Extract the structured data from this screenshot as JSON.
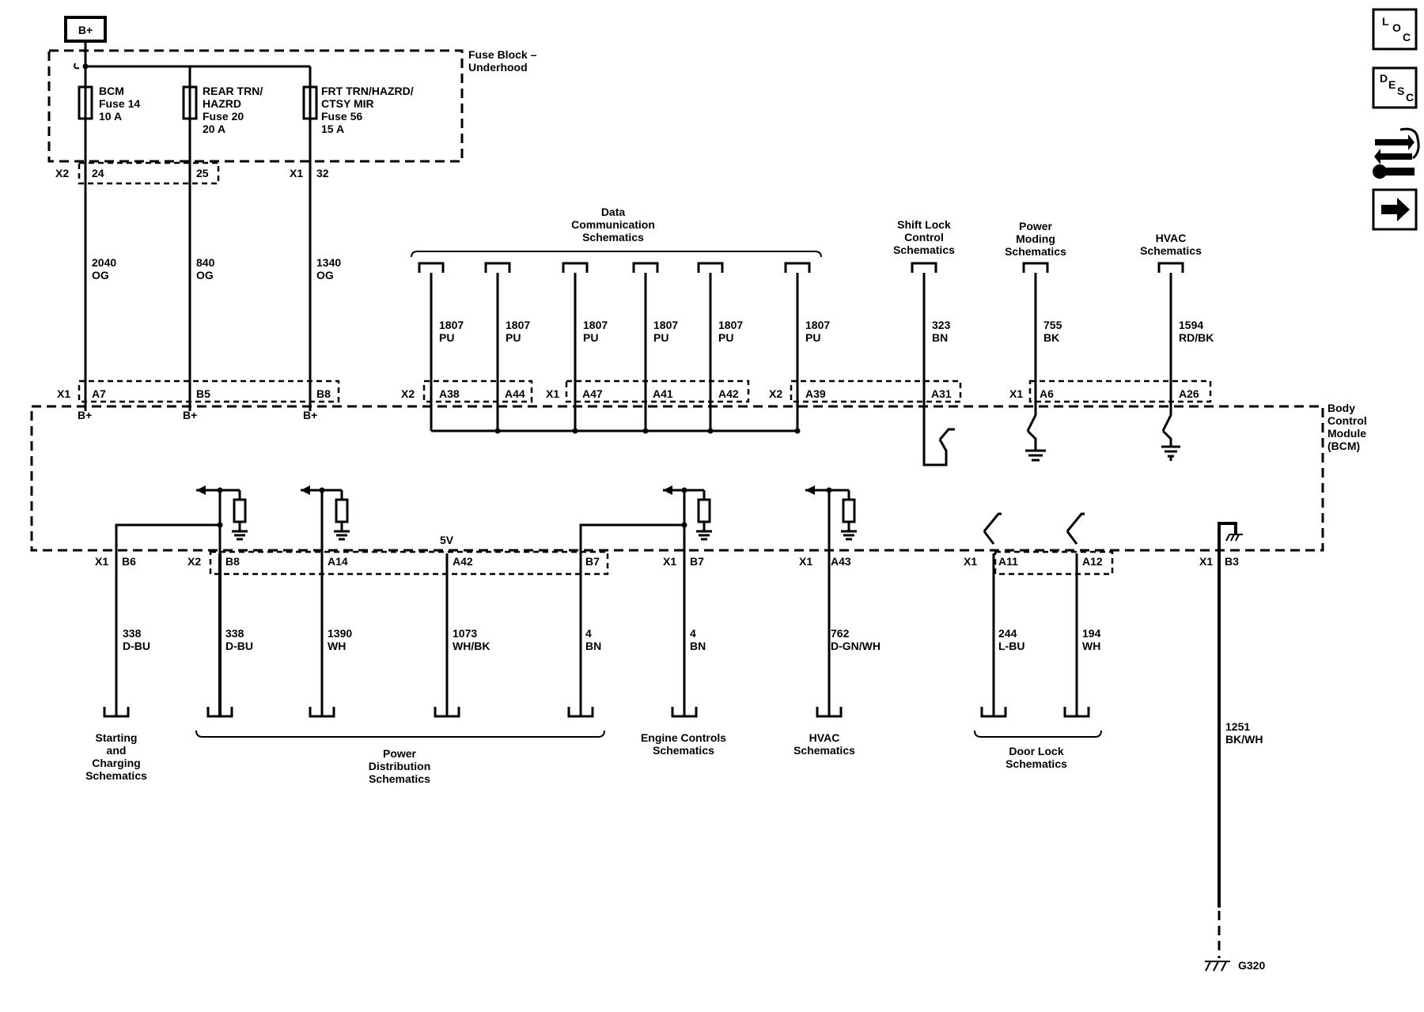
{
  "power": {
    "source": "B+"
  },
  "fuse_block": {
    "title": [
      "Fuse Block –",
      "Underhood"
    ],
    "fuses": [
      {
        "lines": [
          "BCM",
          "Fuse 14",
          "10 A"
        ]
      },
      {
        "lines": [
          "REAR TRN/",
          "HAZRD",
          "Fuse 20",
          "20 A"
        ]
      },
      {
        "lines": [
          "FRT TRN/HAZRD/",
          "CTSY MIR",
          "Fuse 56",
          "15 A"
        ]
      }
    ],
    "connectors": {
      "x2": "X2",
      "x1": "X1"
    },
    "pins": [
      "24",
      "25",
      "32"
    ]
  },
  "feed_wires": [
    {
      "circuit": "2040",
      "color": "OG"
    },
    {
      "circuit": "840",
      "color": "OG"
    },
    {
      "circuit": "1340",
      "color": "OG"
    }
  ],
  "bcm": {
    "title": [
      "Body",
      "Control",
      "Module",
      "(BCM)"
    ],
    "top_connectors": [
      "X1",
      "X2",
      "X1",
      "X2",
      "X1"
    ],
    "top_pins": [
      "A7",
      "B5",
      "B8",
      "A38",
      "A44",
      "A47",
      "A41",
      "A42",
      "A39",
      "A31",
      "A6",
      "A26"
    ],
    "bplus": [
      "B+",
      "B+",
      "B+"
    ],
    "bottom_connectors": [
      "X1",
      "X2",
      "X1",
      "X1",
      "X1",
      "X1"
    ],
    "bottom_pins": [
      "B6",
      "B8",
      "A14",
      "A42",
      "B7",
      "B7",
      "A43",
      "A11",
      "A12",
      "B3"
    ],
    "five_v": "5V"
  },
  "top_refs": {
    "data_comm": [
      "Data",
      "Communication",
      "Schematics"
    ],
    "shift_lock": [
      "Shift Lock",
      "Control",
      "Schematics"
    ],
    "power_moding": [
      "Power",
      "Moding",
      "Schematics"
    ],
    "hvac": [
      "HVAC",
      "Schematics"
    ]
  },
  "top_wires": [
    {
      "circuit": "1807",
      "color": "PU"
    },
    {
      "circuit": "1807",
      "color": "PU"
    },
    {
      "circuit": "1807",
      "color": "PU"
    },
    {
      "circuit": "1807",
      "color": "PU"
    },
    {
      "circuit": "1807",
      "color": "PU"
    },
    {
      "circuit": "1807",
      "color": "PU"
    },
    {
      "circuit": "323",
      "color": "BN"
    },
    {
      "circuit": "755",
      "color": "BK"
    },
    {
      "circuit": "1594",
      "color": "RD/BK"
    }
  ],
  "bottom_wires": [
    {
      "circuit": "338",
      "color": "D-BU"
    },
    {
      "circuit": "338",
      "color": "D-BU"
    },
    {
      "circuit": "1390",
      "color": "WH"
    },
    {
      "circuit": "1073",
      "color": "WH/BK"
    },
    {
      "circuit": "4",
      "color": "BN"
    },
    {
      "circuit": "4",
      "color": "BN"
    },
    {
      "circuit": "762",
      "color": "D-GN/WH"
    },
    {
      "circuit": "244",
      "color": "L-BU"
    },
    {
      "circuit": "194",
      "color": "WH"
    },
    {
      "circuit": "1251",
      "color": "BK/WH"
    }
  ],
  "bottom_refs": {
    "starting": [
      "Starting",
      "and",
      "Charging",
      "Schematics"
    ],
    "power_dist": [
      "Power",
      "Distribution",
      "Schematics"
    ],
    "engine": [
      "Engine Controls",
      "Schematics"
    ],
    "hvac": [
      "HVAC",
      "Schematics"
    ],
    "door_lock": [
      "Door Lock",
      "Schematics"
    ]
  },
  "ground": {
    "label": "G320"
  },
  "side_buttons": {
    "loc": [
      "L",
      "O",
      "C"
    ],
    "desc": [
      "D",
      "E",
      "S",
      "C"
    ],
    "icons": [
      "component-view-icon",
      "next-arrow-icon"
    ]
  }
}
